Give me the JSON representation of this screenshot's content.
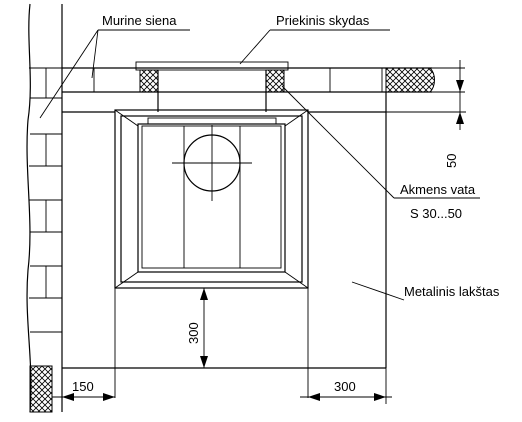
{
  "labels": {
    "murine_siena": "Murine siena",
    "priekinis_skydas": "Priekinis skydas",
    "akmens_vata": "Akmens vata",
    "akmens_vata_spec": "S 30...50",
    "metalinis_lakstas": "Metalinis lakštas"
  },
  "dimensions": {
    "d50": "50",
    "d300_vertical": "300",
    "d150": "150",
    "d300_horizontal": "300"
  }
}
